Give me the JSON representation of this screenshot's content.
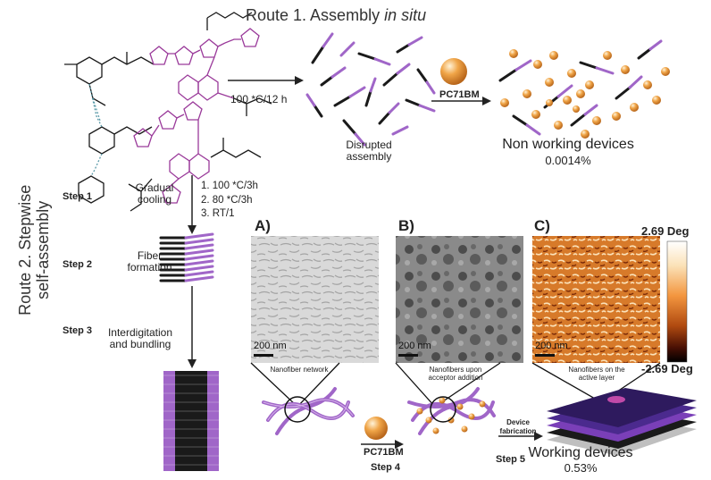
{
  "route1": {
    "title_main": "Route 1. Assembly ",
    "title_italic": "in situ",
    "condition": "100 *C/12 h",
    "pcbm_label": "PC71BM",
    "disrupted_label": "Disrupted assembly",
    "non_working_label": "Non working devices",
    "non_working_value": "0.0014%"
  },
  "route2": {
    "title": "Route 2. Stepwise self-assembly",
    "steps": [
      {
        "step": "Step 1",
        "label": "Gradual cooling"
      },
      {
        "step": "Step 2",
        "label": "Fiber formation"
      },
      {
        "step": "Step 3",
        "label": "Interdigitation and bundling"
      },
      {
        "step": "Step 4",
        "label": ""
      },
      {
        "step": "Step 5",
        "label": ""
      }
    ],
    "cooling_conditions": [
      "1. 100 *C/3h",
      "2. 80 *C/3h",
      "3. RT/1"
    ],
    "pcbm_label": "PC71BM",
    "device_fabrication": "Device fabrication",
    "working_label": "Working devices",
    "working_value": "0.53%"
  },
  "panels": [
    {
      "label": "A)",
      "scale": "200 nm",
      "caption": "Nanofiber network"
    },
    {
      "label": "B)",
      "scale": "200 nm",
      "caption": "Nanofibers upon acceptor addition"
    },
    {
      "label": "C)",
      "scale": "200 nm",
      "caption": "Nanofibers on the active layer"
    }
  ],
  "colorbar": {
    "max": "2.69 Deg",
    "min": "-2.69 Deg"
  },
  "colors": {
    "purple": "#a066c8",
    "black": "#1a1a1a",
    "teal": "#5a9aa8",
    "magenta": "#9a3a9a",
    "orange_ball": "#e39a3c"
  }
}
